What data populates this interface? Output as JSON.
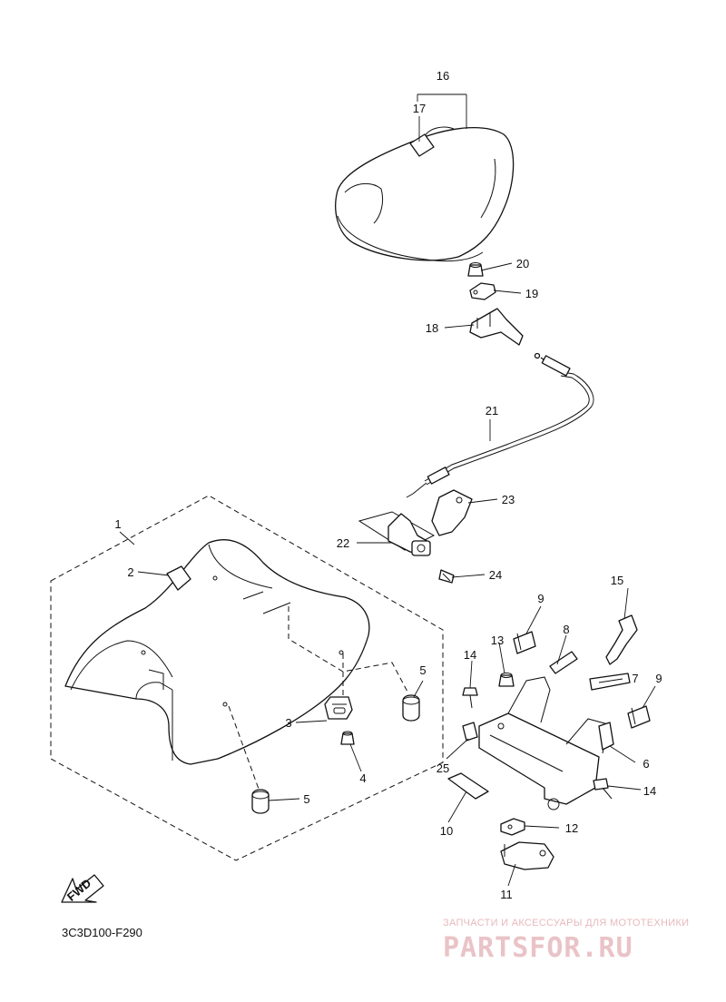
{
  "callouts": [
    "1",
    "2",
    "3",
    "4",
    "5",
    "5",
    "6",
    "7",
    "8",
    "9",
    "9",
    "10",
    "11",
    "12",
    "13",
    "14",
    "14",
    "15",
    "16",
    "17",
    "18",
    "19",
    "20",
    "21",
    "22",
    "23",
    "24",
    "25"
  ],
  "diagram_code": "3C3D100-F290",
  "fwd_label": "FWD",
  "watermark": {
    "line1": "ЗАПЧАСТИ И АКСЕССУАРЫ ДЛЯ МОТОТЕХНИКИ",
    "line2": "PARTSFOR.RU"
  }
}
